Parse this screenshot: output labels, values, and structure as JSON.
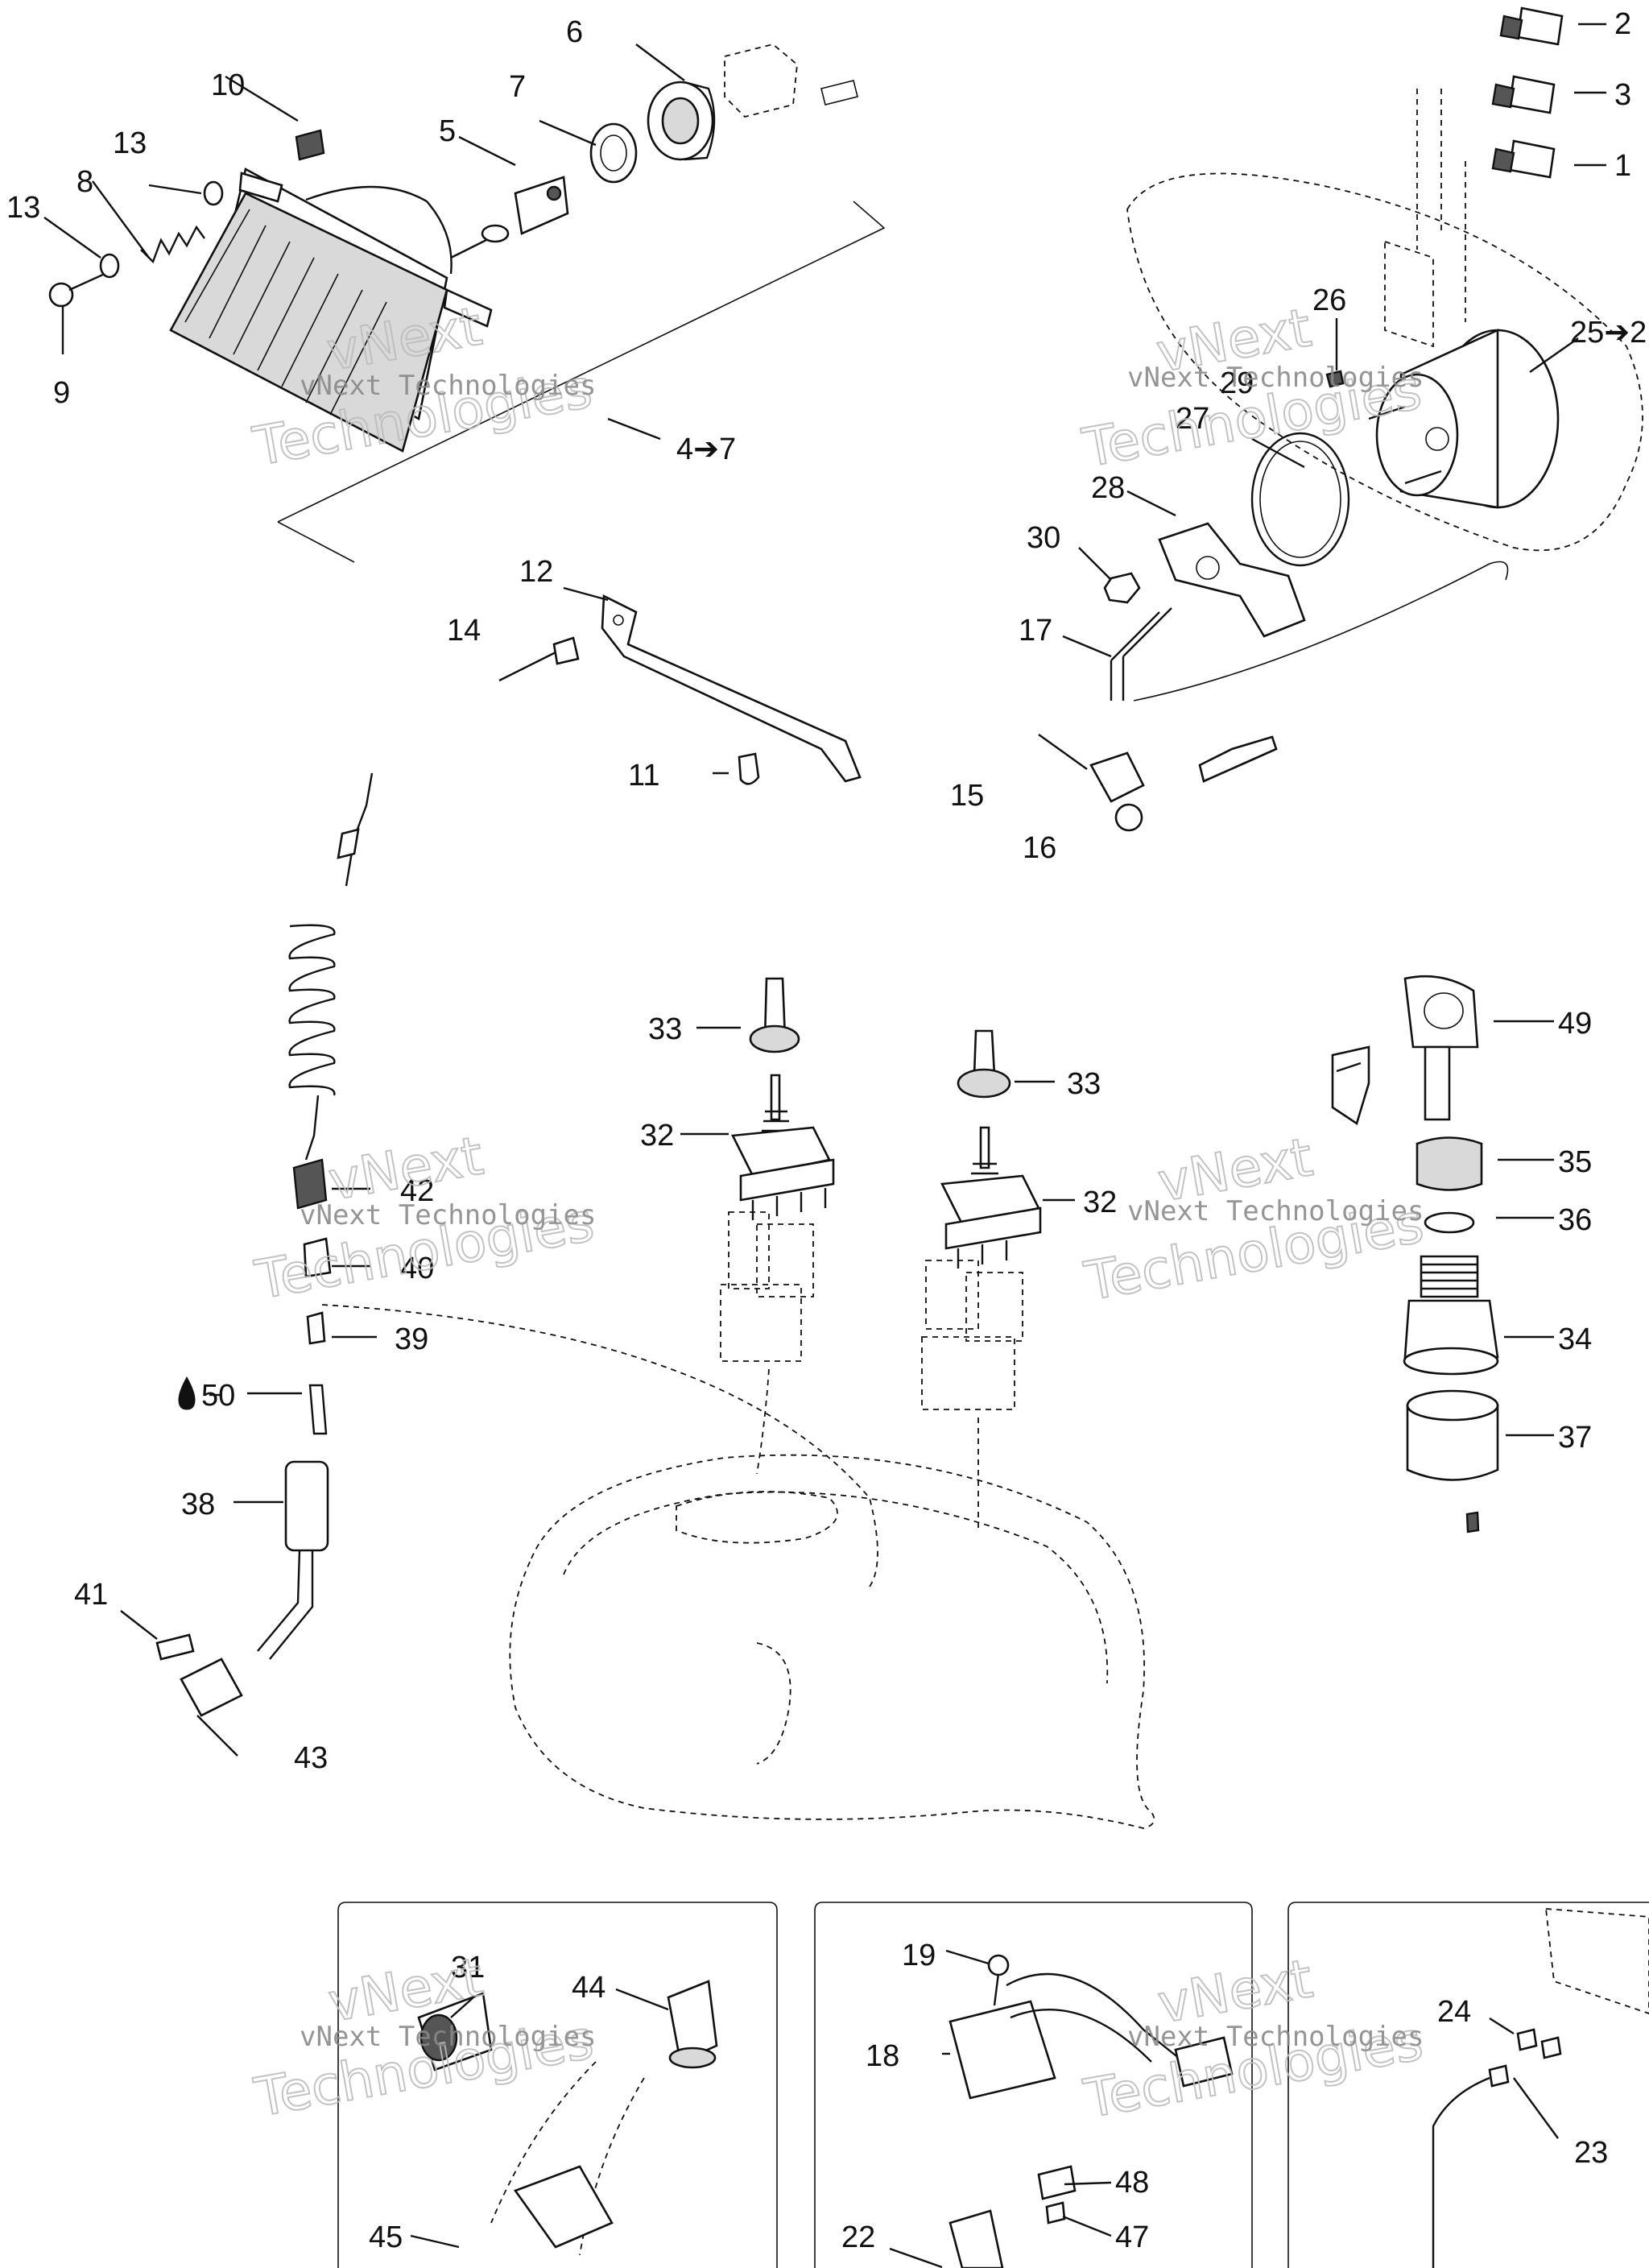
{
  "diagram": {
    "callouts": [
      {
        "id": "c1",
        "text": "1"
      },
      {
        "id": "c2",
        "text": "2"
      },
      {
        "id": "c3",
        "text": "3"
      },
      {
        "id": "c4to7",
        "text": "4➔7"
      },
      {
        "id": "c5",
        "text": "5"
      },
      {
        "id": "c6",
        "text": "6"
      },
      {
        "id": "c7",
        "text": "7"
      },
      {
        "id": "c8",
        "text": "8"
      },
      {
        "id": "c9",
        "text": "9"
      },
      {
        "id": "c10",
        "text": "10"
      },
      {
        "id": "c11",
        "text": "11"
      },
      {
        "id": "c12",
        "text": "12"
      },
      {
        "id": "c13a",
        "text": "13"
      },
      {
        "id": "c13b",
        "text": "13"
      },
      {
        "id": "c14",
        "text": "14"
      },
      {
        "id": "c15",
        "text": "15"
      },
      {
        "id": "c16",
        "text": "16"
      },
      {
        "id": "c17",
        "text": "17"
      },
      {
        "id": "c18",
        "text": "18"
      },
      {
        "id": "c19",
        "text": "19"
      },
      {
        "id": "c22",
        "text": "22"
      },
      {
        "id": "c23",
        "text": "23"
      },
      {
        "id": "c24",
        "text": "24"
      },
      {
        "id": "c25",
        "text": "25➔2"
      },
      {
        "id": "c26",
        "text": "26"
      },
      {
        "id": "c27",
        "text": "27"
      },
      {
        "id": "c28",
        "text": "28"
      },
      {
        "id": "c29",
        "text": "29"
      },
      {
        "id": "c30",
        "text": "30"
      },
      {
        "id": "c31",
        "text": "31"
      },
      {
        "id": "c32a",
        "text": "32"
      },
      {
        "id": "c32b",
        "text": "32"
      },
      {
        "id": "c33a",
        "text": "33"
      },
      {
        "id": "c33b",
        "text": "33"
      },
      {
        "id": "c34",
        "text": "34"
      },
      {
        "id": "c35",
        "text": "35"
      },
      {
        "id": "c36",
        "text": "36"
      },
      {
        "id": "c37",
        "text": "37"
      },
      {
        "id": "c38",
        "text": "38"
      },
      {
        "id": "c39",
        "text": "39"
      },
      {
        "id": "c40",
        "text": "40"
      },
      {
        "id": "c41",
        "text": "41"
      },
      {
        "id": "c42",
        "text": "42"
      },
      {
        "id": "c43",
        "text": "43"
      },
      {
        "id": "c44",
        "text": "44"
      },
      {
        "id": "c45",
        "text": "45"
      },
      {
        "id": "c47",
        "text": "47"
      },
      {
        "id": "c48",
        "text": "48"
      },
      {
        "id": "c49",
        "text": "49"
      },
      {
        "id": "c50",
        "text": "50"
      }
    ],
    "watermark": {
      "company": "vNext Technologies",
      "line1": "vNext",
      "line2": "Technologies"
    },
    "icons": {
      "lubricant": "oil-drop-icon"
    }
  }
}
